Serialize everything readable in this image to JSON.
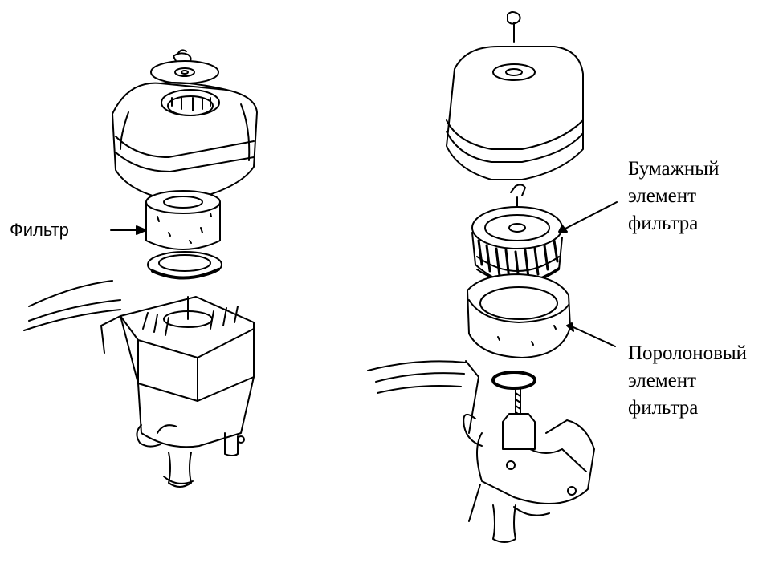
{
  "labels": {
    "filter": "Фильтр",
    "paper_element": [
      "Бумажный",
      "элемент",
      "фильтра"
    ],
    "foam_element": [
      "Поролоновый",
      "элемент",
      "фильтра"
    ]
  },
  "colors": {
    "ink": "#000000",
    "paper": "#ffffff"
  }
}
